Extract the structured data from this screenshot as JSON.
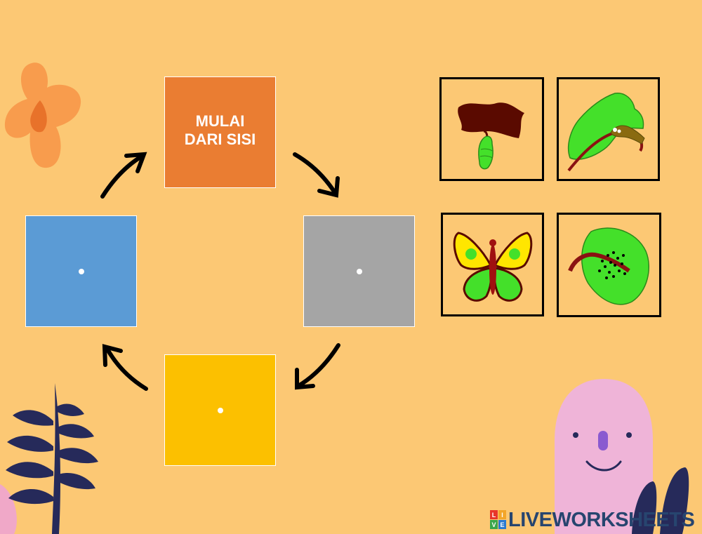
{
  "start_box": {
    "label_line1": "MULAI",
    "label_line2": "DARI SISI",
    "color": "#ea7d32"
  },
  "drop_slots": [
    {
      "name": "right",
      "color": "#a5a5a5"
    },
    {
      "name": "bottom",
      "color": "#fcc000"
    },
    {
      "name": "left",
      "color": "#5b9bd5"
    }
  ],
  "picture_cards": [
    {
      "name": "pupa-icon"
    },
    {
      "name": "caterpillar-icon"
    },
    {
      "name": "butterfly-icon"
    },
    {
      "name": "eggs-on-leaf-icon"
    }
  ],
  "logo": {
    "text": "LIVEWORKSHEETS",
    "badge": [
      "L",
      "I",
      "V",
      "E"
    ]
  },
  "colors": {
    "background": "#fcc874",
    "arrow": "#000000",
    "card_border": "#000000"
  }
}
